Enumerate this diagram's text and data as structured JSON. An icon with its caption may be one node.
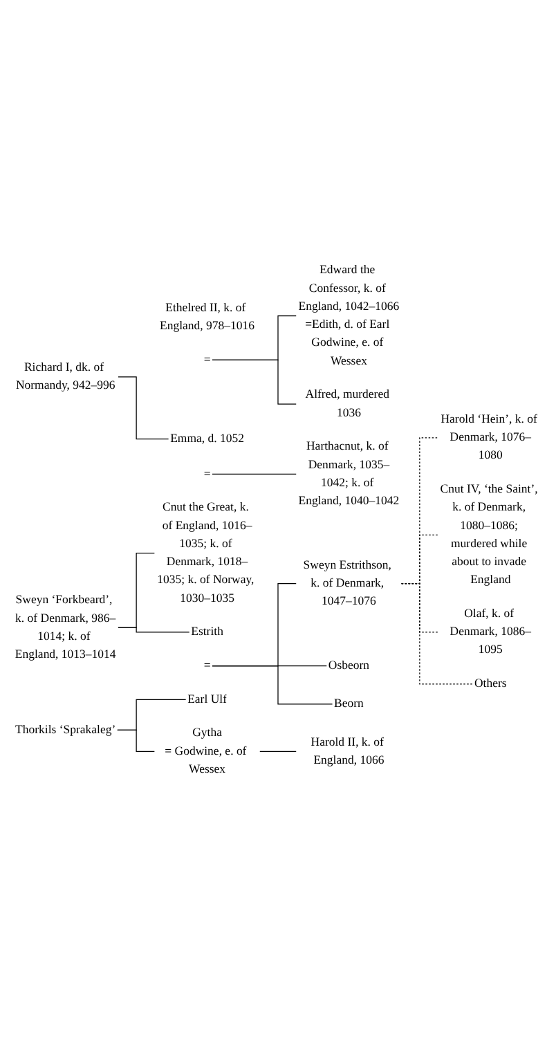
{
  "diagram": {
    "nodes": [
      {
        "text": [
          "Richard I, dk. of Normandy, 942–996"
        ]
      },
      {
        "text": [
          "Sweyn ‘Forkbeard’, k. of Denmark, 986–1014; k. of England, 1013–1014"
        ]
      },
      {
        "text": [
          "Thorkils ‘Sprakaleg’"
        ]
      },
      {
        "text": [
          "Ethelred II, k. of England, 978–1016"
        ]
      },
      {
        "text": [
          "="
        ]
      },
      {
        "text": [
          "Emma, d. 1052"
        ]
      },
      {
        "text": [
          "="
        ]
      },
      {
        "text": [
          "Cnut the Great, k. of England, 1016–1035; k. of Denmark, 1018–1035; k. of Norway, 1030–1035"
        ]
      },
      {
        "text": [
          "Estrith"
        ]
      },
      {
        "text": [
          "="
        ]
      },
      {
        "text": [
          "Earl Ulf"
        ]
      },
      {
        "text": [
          "Gytha",
          "= Godwine, e. of Wessex"
        ]
      },
      {
        "text": [
          "Edward the Confessor, k. of England, 1042–1066",
          "=Edith, d. of Earl Godwine, e. of Wessex"
        ]
      },
      {
        "text": [
          "Alfred, murdered 1036"
        ]
      },
      {
        "text": [
          "Harthacnut, k. of Denmark, 1035–1042; k. of England, 1040–1042"
        ]
      },
      {
        "text": [
          "Sweyn Estrithson, k. of Denmark, 1047–1076"
        ]
      },
      {
        "text": [
          "Osbeorn"
        ]
      },
      {
        "text": [
          "Beorn"
        ]
      },
      {
        "text": [
          "Harold II, k. of England, 1066"
        ]
      },
      {
        "text": [
          "Harold ‘Hein’, k. of Denmark, 1076–1080"
        ]
      },
      {
        "text": [
          "Cnut IV, ‘the Saint’, k. of Denmark, 1080–1086; murdered while about to invade England"
        ]
      },
      {
        "text": [
          "Olaf, k. of Denmark, 1086–1095"
        ]
      },
      {
        "text": [
          "Others"
        ]
      }
    ],
    "edges": [
      {
        "from": 0,
        "to": 5,
        "arrow": "none"
      },
      {
        "from": 1,
        "to": 7,
        "arrow": "none"
      },
      {
        "from": 1,
        "to": 8,
        "arrow": "none"
      },
      {
        "from": 2,
        "to": 10,
        "arrow": "none"
      },
      {
        "from": 2,
        "to": 11,
        "arrow": "none"
      },
      {
        "from": 4,
        "to": 12,
        "arrow": "none"
      },
      {
        "from": 4,
        "to": 13,
        "arrow": "none"
      },
      {
        "from": 6,
        "to": 14,
        "arrow": "none"
      },
      {
        "from": 9,
        "to": 15,
        "arrow": "none"
      },
      {
        "from": 9,
        "to": 16,
        "arrow": "none"
      },
      {
        "from": 9,
        "to": 17,
        "arrow": "none"
      },
      {
        "from": 11,
        "to": 18,
        "arrow": "none"
      },
      {
        "from": 15,
        "to": 19,
        "arrow": "none",
        "style": "dashed"
      },
      {
        "from": 15,
        "to": 20,
        "arrow": "none",
        "style": "dashed"
      },
      {
        "from": 15,
        "to": 21,
        "arrow": "none",
        "style": "dashed"
      },
      {
        "from": 15,
        "to": 22,
        "arrow": "none",
        "style": "dashed"
      }
    ]
  }
}
